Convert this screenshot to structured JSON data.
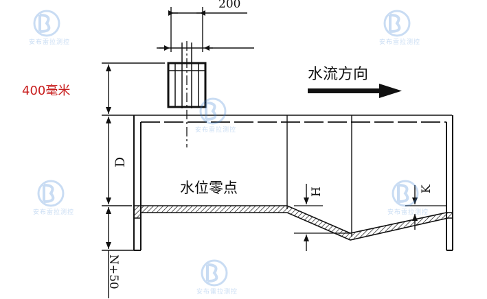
{
  "labels": {
    "sensor_width": "200",
    "sensor_height": "400毫米",
    "flow_direction": "水流方向",
    "water_zero": "水位零点",
    "depth": "D",
    "throat_depth": "H",
    "drop": "K",
    "below": "N+50"
  },
  "watermark": {
    "text": "安布雷拉测控",
    "icon": "bb-logo-icon"
  },
  "colors": {
    "line": "#111111",
    "annotation_red": "#c81e1e",
    "watermark_blue": "#3f86d6"
  }
}
